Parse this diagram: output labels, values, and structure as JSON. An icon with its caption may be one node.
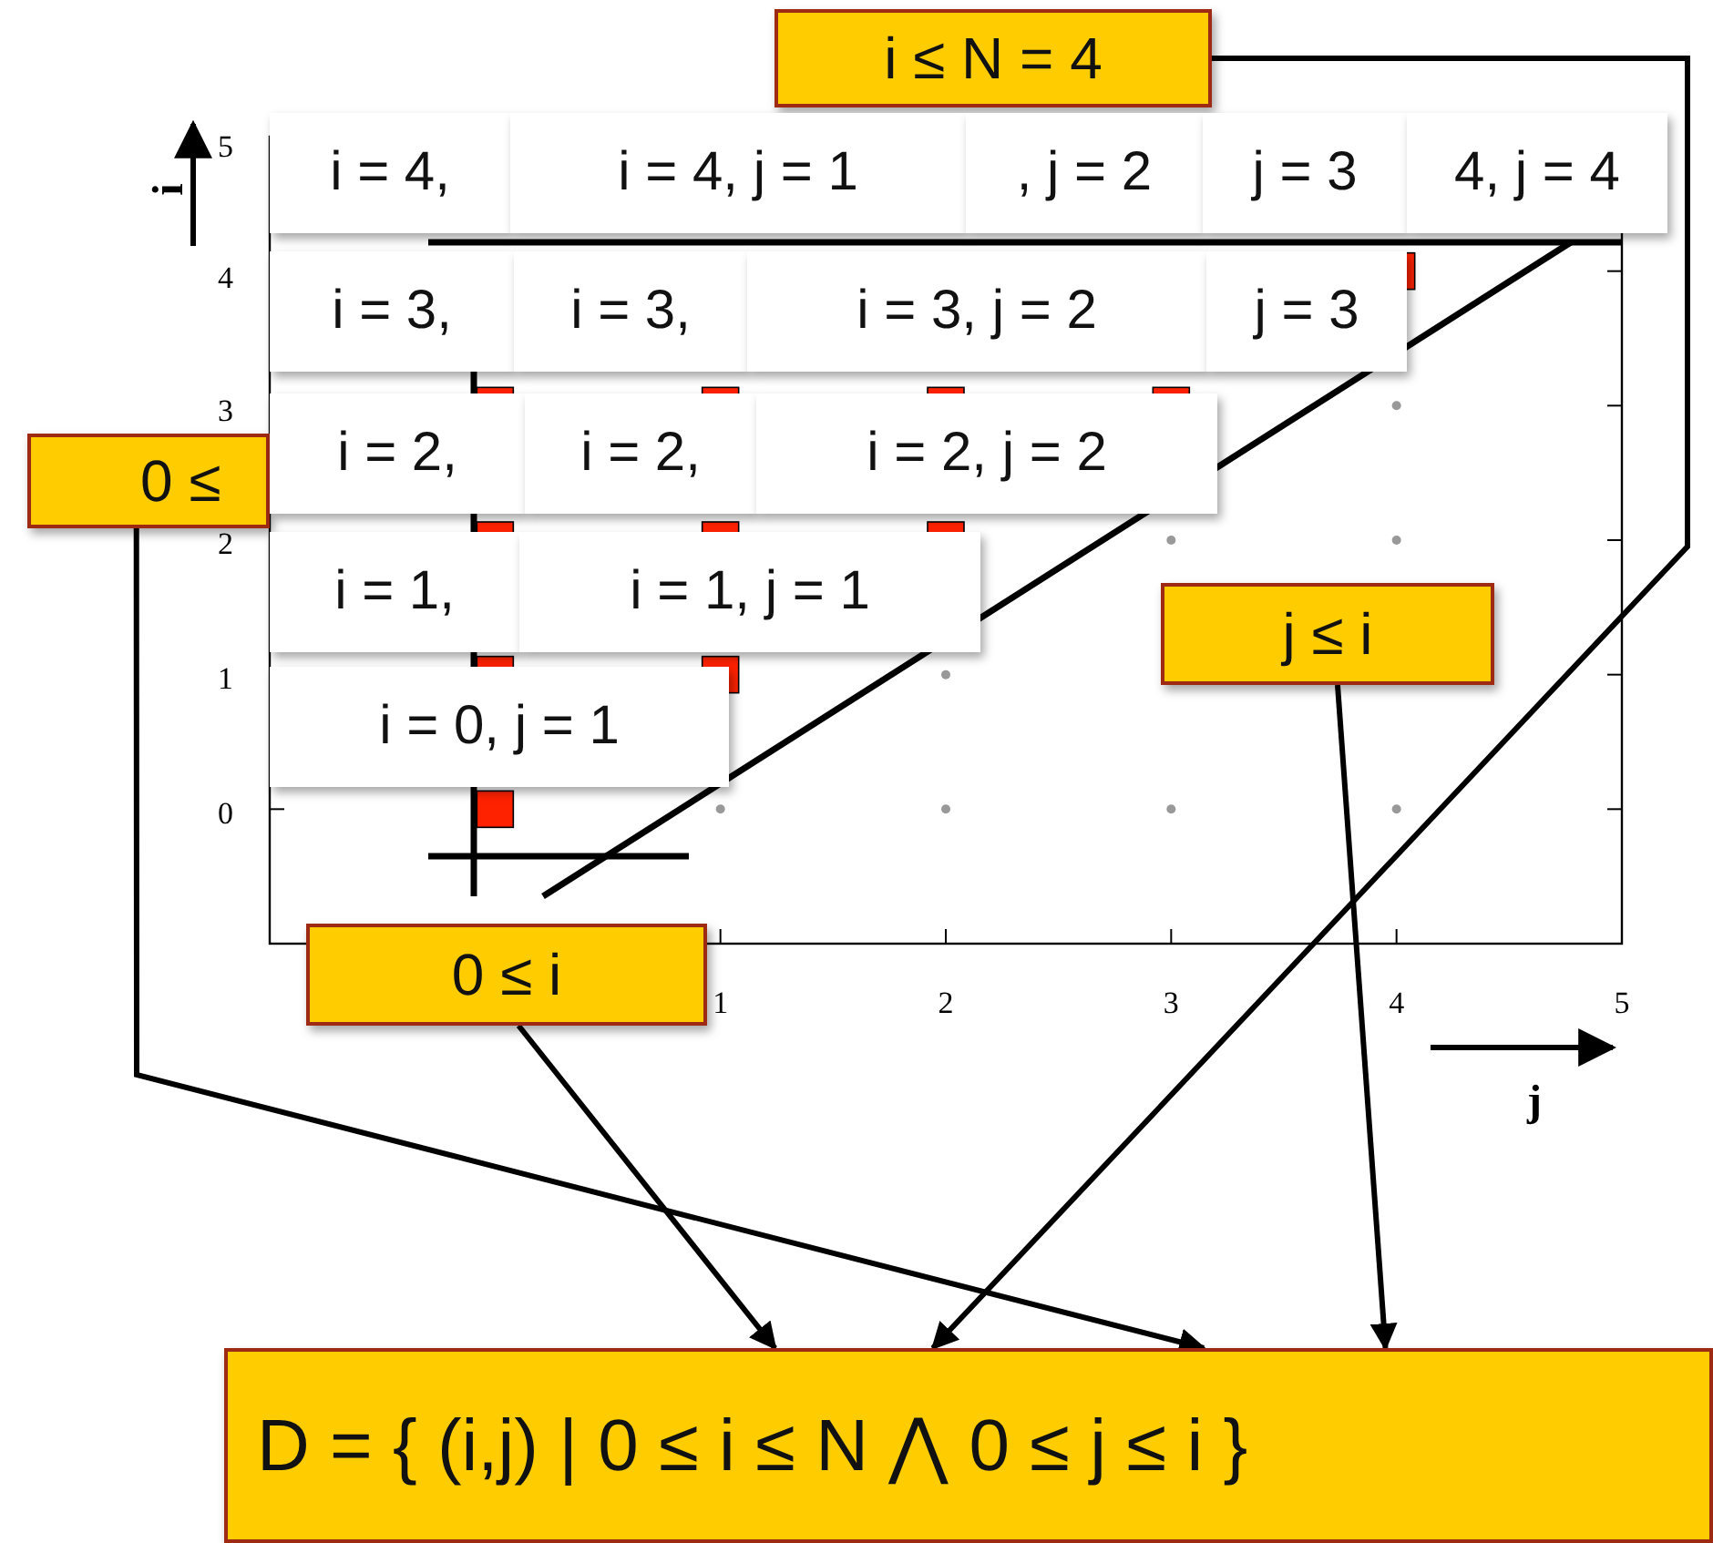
{
  "diagram": {
    "nodes": [
      {
        "text": [
          "i ≤ N = 4"
        ]
      },
      {
        "text": [
          "i = 4,"
        ]
      },
      {
        "text": [
          "i = 4, j = 1"
        ]
      },
      {
        "text": [
          ", j = 2"
        ]
      },
      {
        "text": [
          "j = 3"
        ]
      },
      {
        "text": [
          "4, j = 4"
        ]
      },
      {
        "text": [
          "i = 3,"
        ]
      },
      {
        "text": [
          "i = 3,"
        ]
      },
      {
        "text": [
          "i = 3, j = 2"
        ]
      },
      {
        "text": [
          "j = 3"
        ]
      },
      {
        "text": [
          "0 ≤"
        ]
      },
      {
        "text": [
          "i = 2,"
        ]
      },
      {
        "text": [
          "i = 2,"
        ]
      },
      {
        "text": [
          "i = 2, j = 2"
        ]
      },
      {
        "text": [
          "i = 1,"
        ]
      },
      {
        "text": [
          "i = 1, j = 1"
        ]
      },
      {
        "text": [
          "j ≤ i"
        ]
      },
      {
        "text": [
          "i = 0, j = 1"
        ]
      },
      {
        "text": [
          "0 ≤ i"
        ]
      },
      {
        "text": [
          "D = { (i,j) | 0 ≤ i ≤ N ⋀ 0 ≤ j ≤ i }"
        ]
      }
    ],
    "edges": [
      {
        "from": 18,
        "to": 19,
        "arrow": "to"
      },
      {
        "from": 10,
        "to": 19,
        "arrow": "to"
      },
      {
        "from": 0,
        "to": 19,
        "arrow": "to"
      },
      {
        "from": 16,
        "to": 19,
        "arrow": "to"
      }
    ],
    "labels": [
      "i",
      "5",
      "4",
      "3",
      "2",
      "1",
      "0",
      "1",
      "2",
      "3",
      "4",
      "5",
      "j"
    ]
  }
}
